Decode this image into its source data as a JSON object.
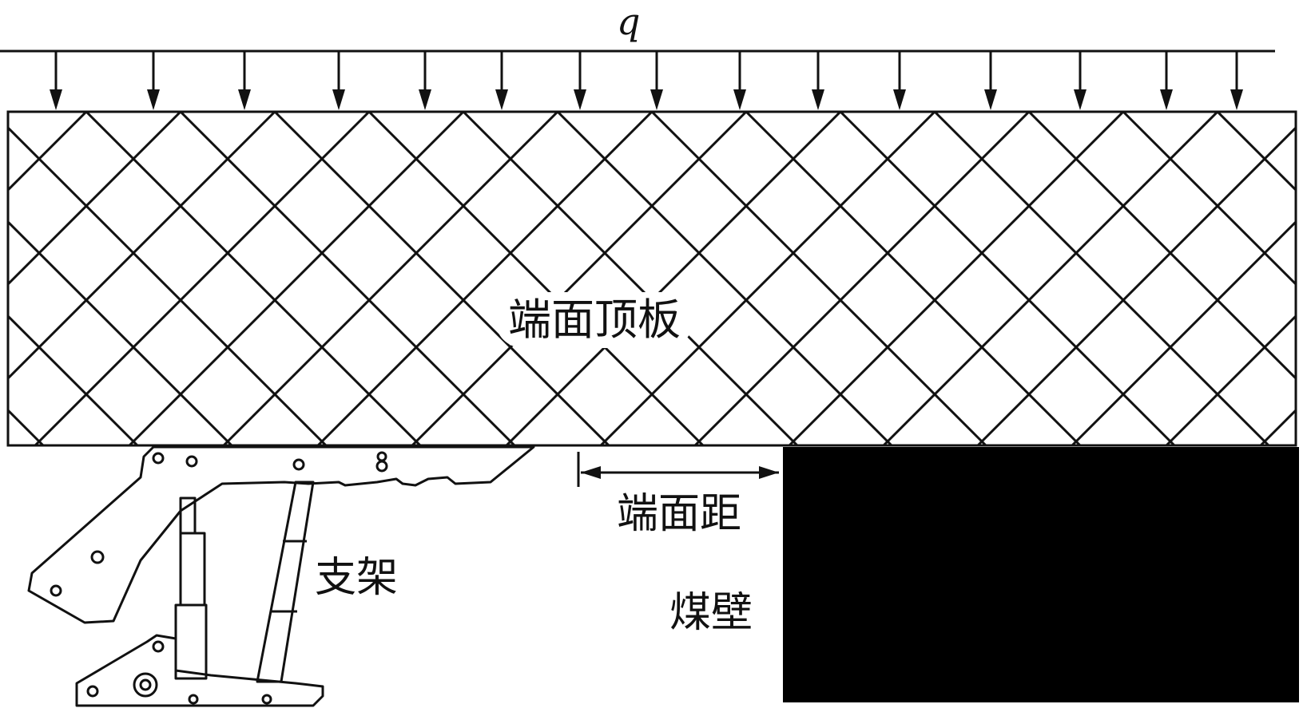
{
  "labels": {
    "load": "q",
    "roof": "端面顶板",
    "tip_to_face": "端面距",
    "support": "支架",
    "coal_wall": "煤壁"
  },
  "colors": {
    "ink": "#111111",
    "coal": "#000000",
    "background": "#ffffff"
  }
}
